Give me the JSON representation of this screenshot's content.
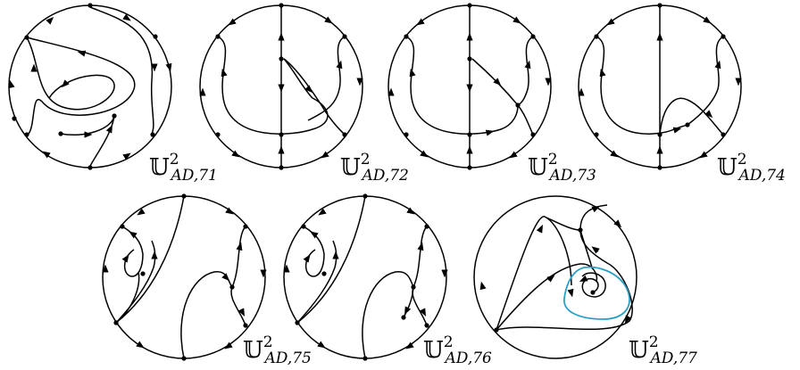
{
  "figure": {
    "colors": {
      "stroke": "#000000",
      "highlight": "#2b9ec4",
      "background": "#ffffff"
    },
    "panels": [
      {
        "id": "71",
        "label": {
          "base": "𝕌",
          "sup": "2",
          "sub": "AD,71"
        }
      },
      {
        "id": "72",
        "label": {
          "base": "𝕌",
          "sup": "2",
          "sub": "AD,72"
        }
      },
      {
        "id": "73",
        "label": {
          "base": "𝕌",
          "sup": "2",
          "sub": "AD,73"
        }
      },
      {
        "id": "74",
        "label": {
          "base": "𝕌",
          "sup": "2",
          "sub": "AD,74"
        }
      },
      {
        "id": "75",
        "label": {
          "base": "𝕌",
          "sup": "2",
          "sub": "AD,75"
        }
      },
      {
        "id": "76",
        "label": {
          "base": "𝕌",
          "sup": "2",
          "sub": "AD,76"
        }
      },
      {
        "id": "77",
        "label": {
          "base": "𝕌",
          "sup": "2",
          "sub": "AD,77"
        }
      }
    ]
  }
}
